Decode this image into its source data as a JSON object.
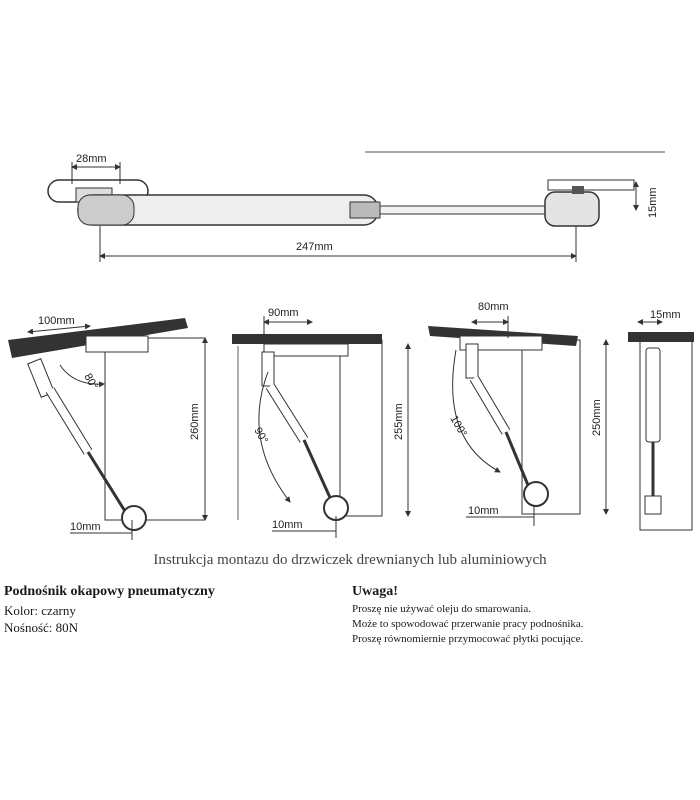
{
  "dimensions": {
    "top_mount_width": "28mm",
    "side_height": "15mm",
    "total_length": "247mm",
    "d1_offset": "100mm",
    "d1_angle": "80°",
    "d1_height": "260mm",
    "d1_bottom": "10mm",
    "d2_offset": "90mm",
    "d2_angle": "90°",
    "d2_height": "255mm",
    "d2_bottom": "10mm",
    "d3_offset": "80mm",
    "d3_angle": "100°",
    "d3_height": "250mm",
    "d3_bottom": "10mm",
    "d4_width": "15mm"
  },
  "caption": "Instrukcja montazu do drzwiczek drewnianych lub aluminiowych",
  "product": {
    "title": "Podnośnik okapowy pneumatyczny",
    "color_line": "Kolor: czarny",
    "load_line": "Nośność: 80N"
  },
  "warning": {
    "title": "Uwaga!",
    "lines": [
      "Proszę nie używać oleju do smarowania.",
      "Może to spowodować przerwanie pracy podnośnika.",
      "Proszę równomiernie przymocować płytki pocujące."
    ]
  }
}
